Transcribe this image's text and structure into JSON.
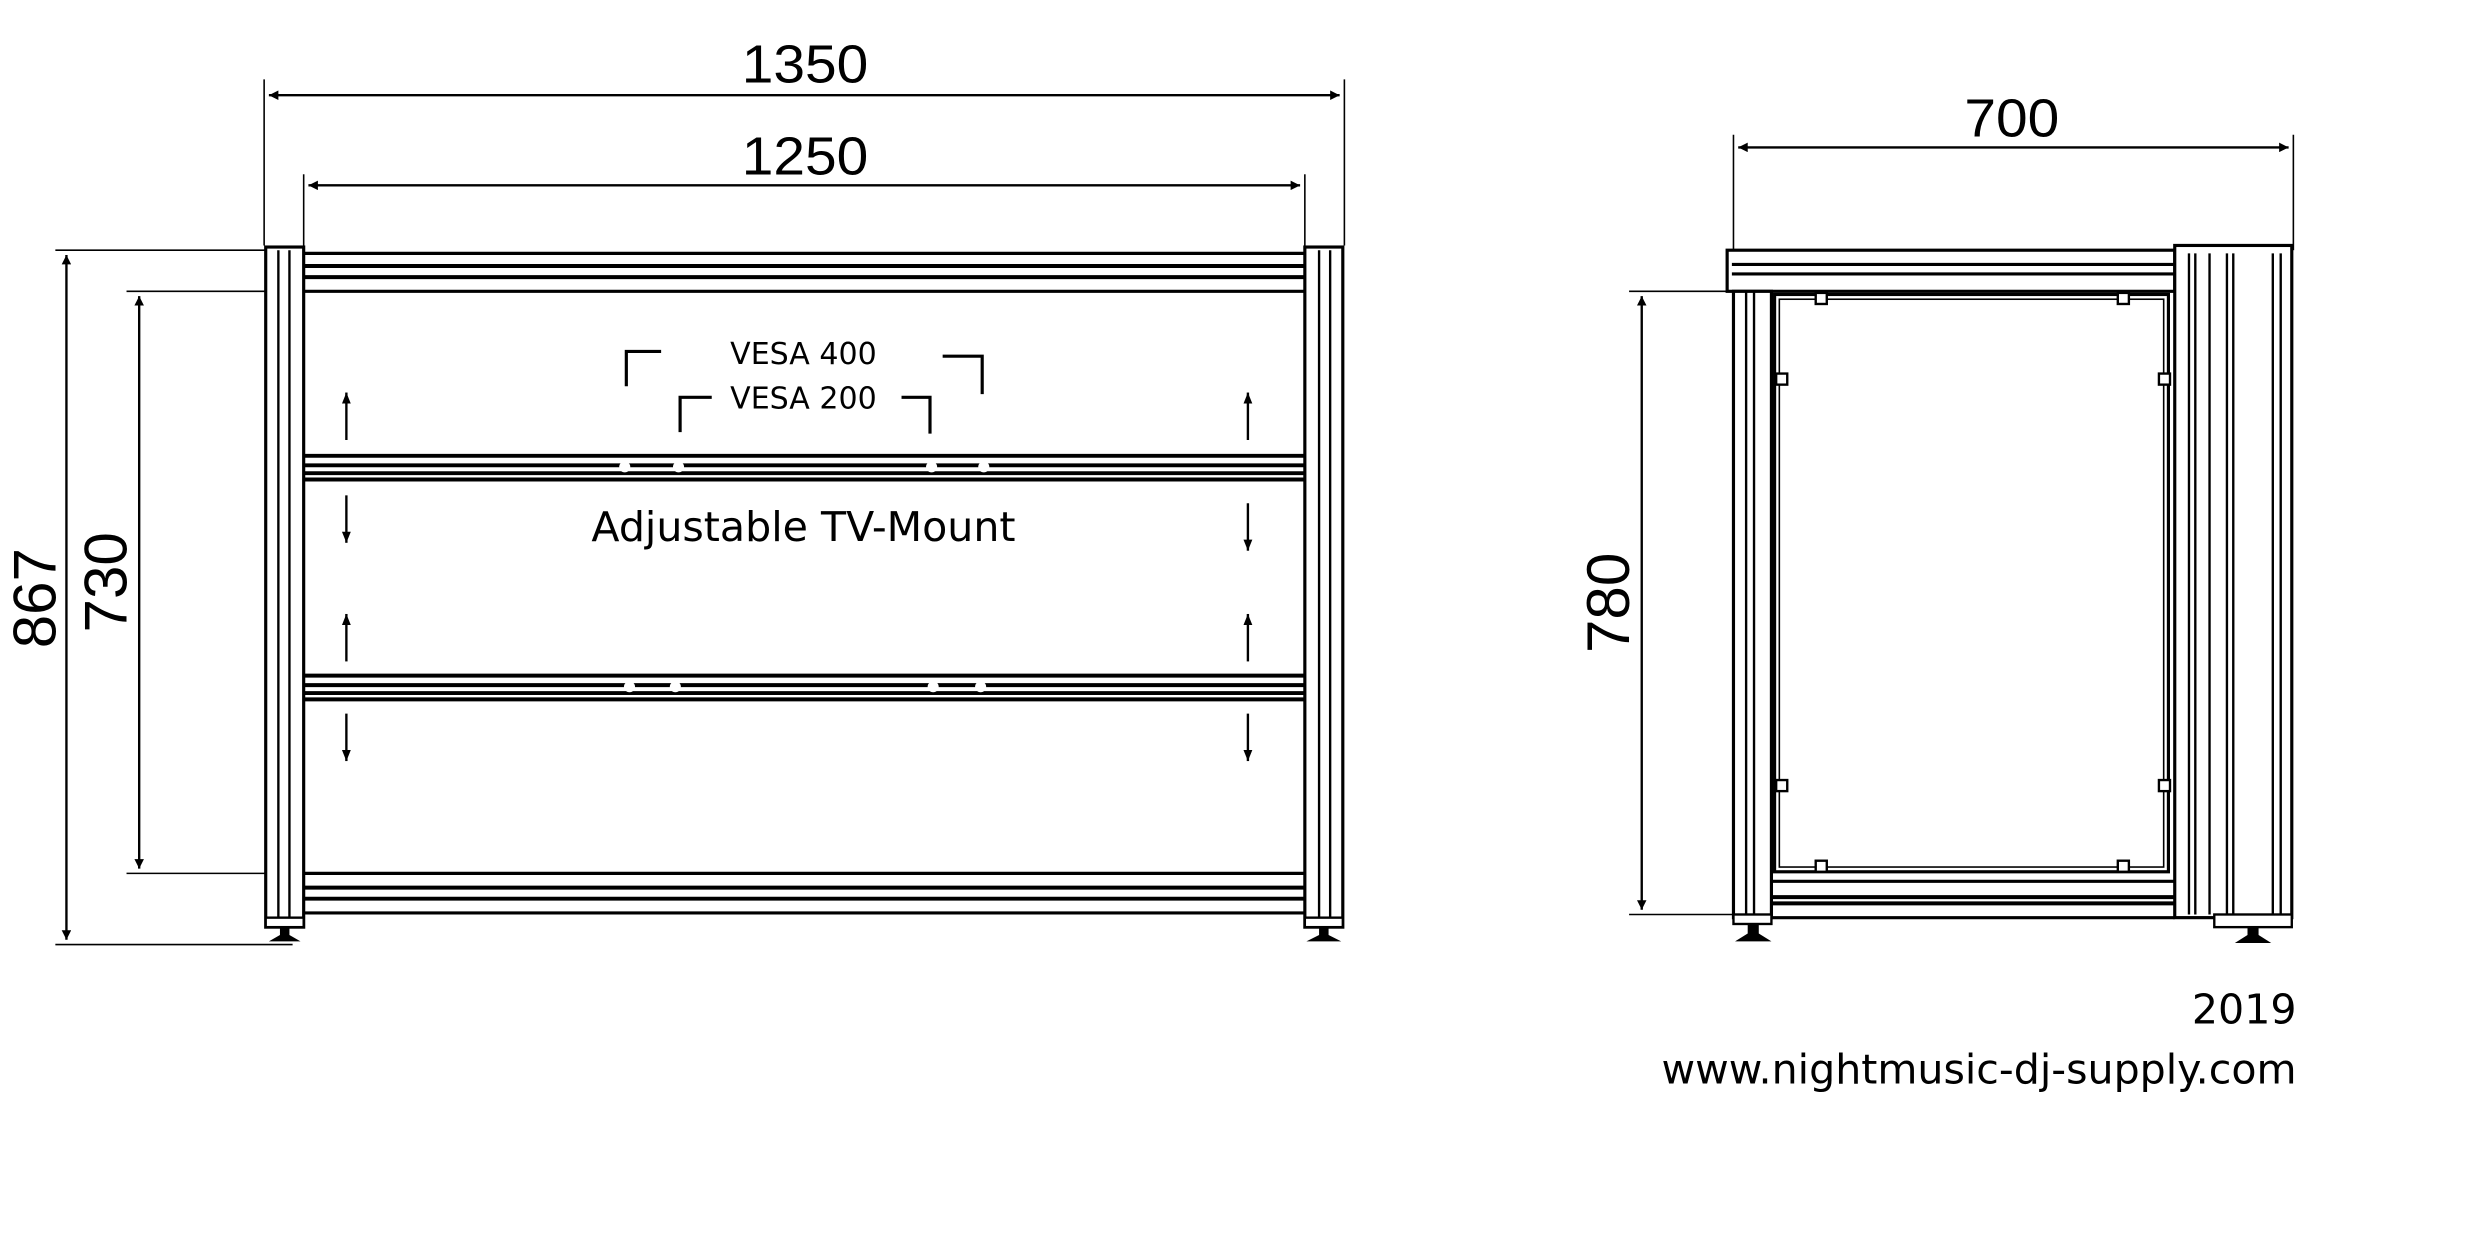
{
  "front_view": {
    "dimensions": {
      "overall_width": "1350",
      "inner_width": "1250",
      "overall_height": "867",
      "frame_height": "730"
    },
    "labels": {
      "vesa_outer": "VESA 400",
      "vesa_inner": "VESA 200",
      "mount": "Adjustable TV-Mount"
    }
  },
  "side_view": {
    "dimensions": {
      "depth": "700",
      "height": "780"
    }
  },
  "footer": {
    "year": "2019",
    "website": "www.nightmusic-dj-supply.com"
  },
  "colors": {
    "line": "#000000",
    "background": "#ffffff"
  }
}
